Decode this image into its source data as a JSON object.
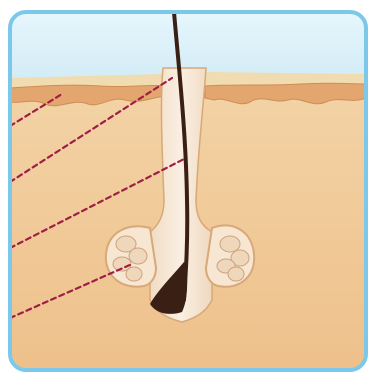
{
  "diagram": {
    "type": "hair-follicle-cross-section",
    "labels": [],
    "callouts": [
      {
        "id": "epidermis-pointer",
        "points_to": "skin-surface-layer"
      },
      {
        "id": "hair-shaft-pointer",
        "points_to": "hair-shaft"
      },
      {
        "id": "follicle-pointer",
        "points_to": "follicle-sheath"
      },
      {
        "id": "gland-pointer",
        "points_to": "sebaceous-gland"
      }
    ]
  },
  "colors": {
    "frame_border": "#7cc8ea",
    "sky_top": "#dff3fb",
    "skin_surface": "#e9c79a",
    "dermis": "#f1cc98",
    "follicle": "#f6e6d2",
    "hair_shaft": "#3a1f14",
    "callout_line": "#a01e46"
  }
}
